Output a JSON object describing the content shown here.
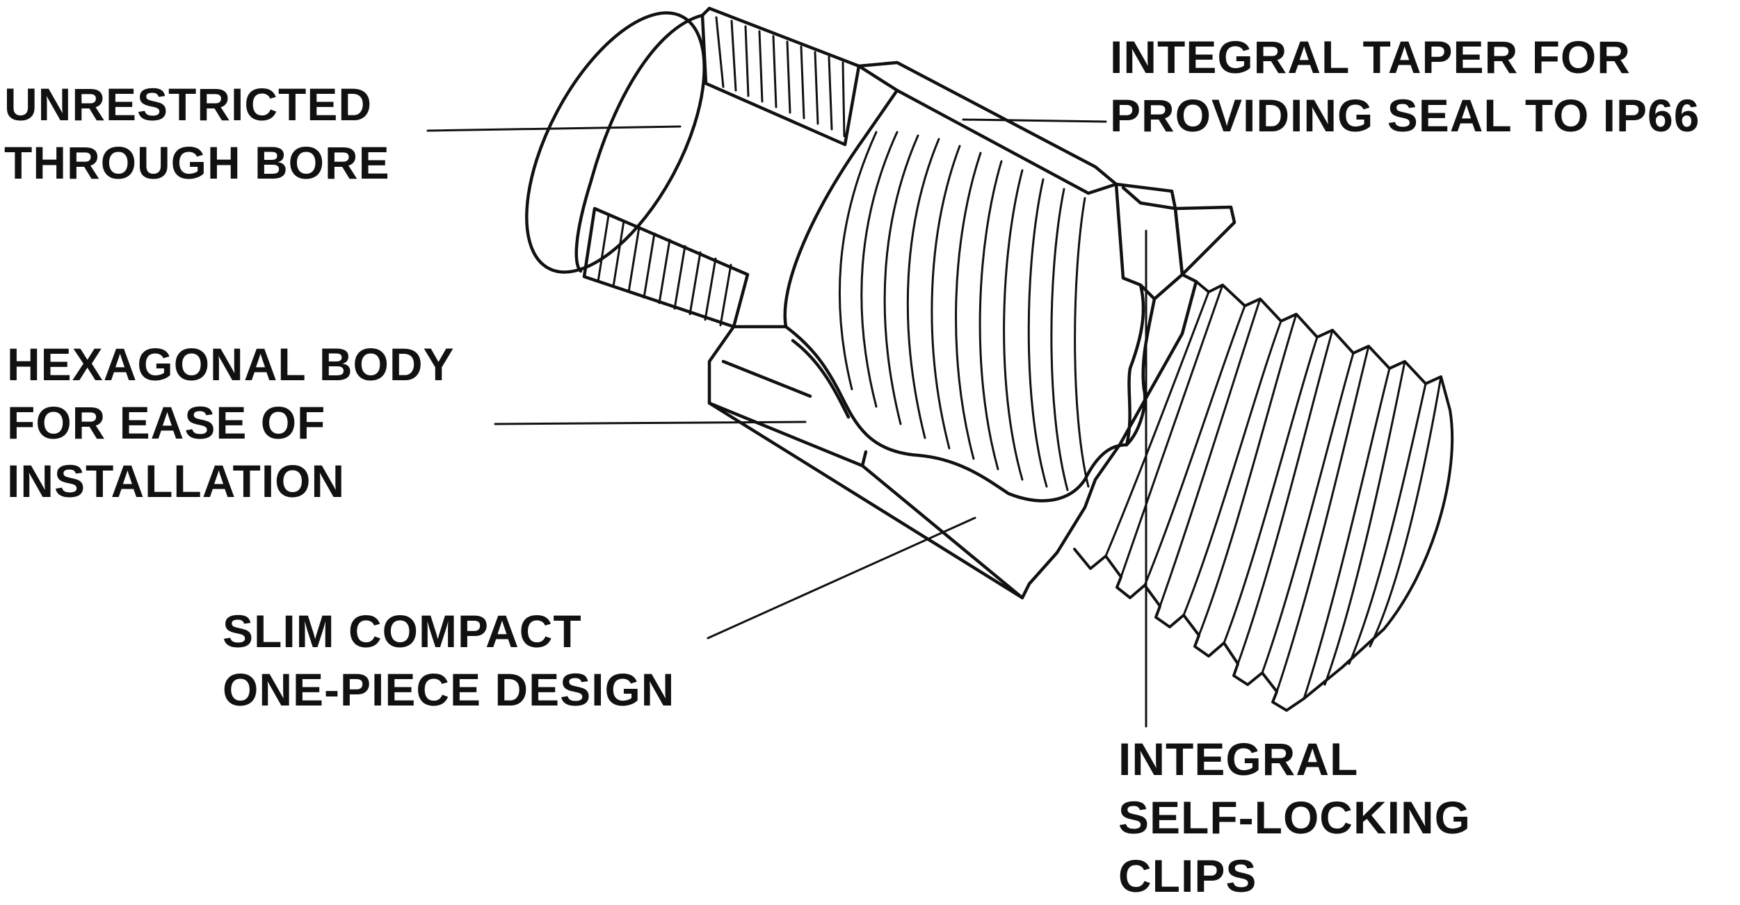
{
  "labels": {
    "bore": {
      "lines": [
        "UNRESTRICTED",
        "THROUGH BORE"
      ]
    },
    "taper": {
      "lines": [
        "INTEGRAL TAPER FOR",
        "PROVIDING SEAL TO IP66"
      ]
    },
    "hex": {
      "lines": [
        "HEXAGONAL BODY",
        "FOR EASE OF",
        "INSTALLATION"
      ]
    },
    "slim": {
      "lines": [
        "SLIM COMPACT",
        "ONE-PIECE DESIGN"
      ]
    },
    "clips": {
      "lines": [
        "INTEGRAL",
        "SELF-LOCKING",
        "CLIPS"
      ]
    }
  },
  "colors": {
    "ink": "#111111",
    "paper": "#ffffff"
  }
}
